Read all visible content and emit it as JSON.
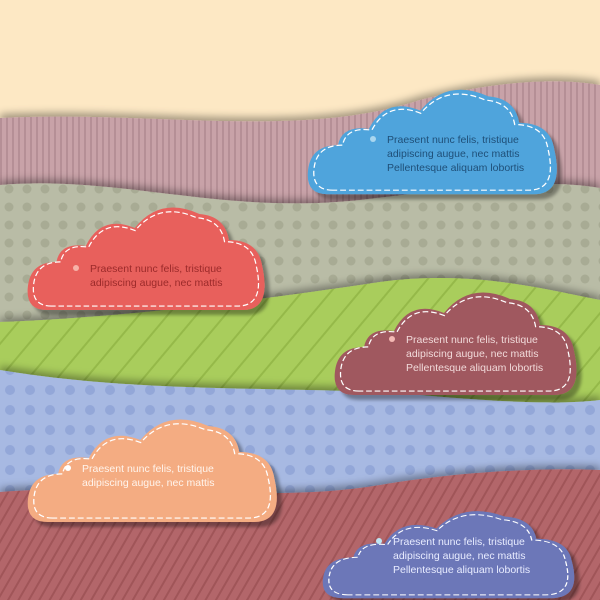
{
  "colors": {
    "background": "#fde8c4",
    "band_mauve": "#c8a2a8",
    "band_sage": "#b9bca6",
    "band_green": "#a9cd5b",
    "band_blue": "#a7b9e2",
    "band_brick": "#b3666a"
  },
  "clouds": [
    {
      "color": "#4fa4dc",
      "text_color": "#1f4f78",
      "dot_color": "#a9d6ef",
      "lines": [
        "Praesent nunc felis, tristique",
        "adipiscing augue, nec mattis",
        "Pellentesque aliquam lobortis"
      ]
    },
    {
      "color": "#e8605c",
      "text_color": "#9b2a2a",
      "dot_color": "#f7b2a8",
      "lines": [
        "Praesent nunc felis, tristique",
        "adipiscing augue, nec mattis"
      ]
    },
    {
      "color": "#a0595e",
      "text_color": "#f1dada",
      "dot_color": "#f4b9b4",
      "lines": [
        "Praesent nunc felis, tristique",
        "adipiscing augue, nec mattis",
        "Pellentesque aliquam lobortis"
      ]
    },
    {
      "color": "#f4ac82",
      "text_color": "#fff4ec",
      "dot_color": "#ffffff",
      "lines": [
        "Praesent nunc felis, tristique",
        "adipiscing augue, nec mattis"
      ]
    },
    {
      "color": "#6c77b8",
      "text_color": "#e8ecff",
      "dot_color": "#bfe6f4",
      "lines": [
        "Praesent nunc felis, tristique",
        "adipiscing augue, nec mattis",
        "Pellentesque aliquam lobortis"
      ]
    }
  ]
}
